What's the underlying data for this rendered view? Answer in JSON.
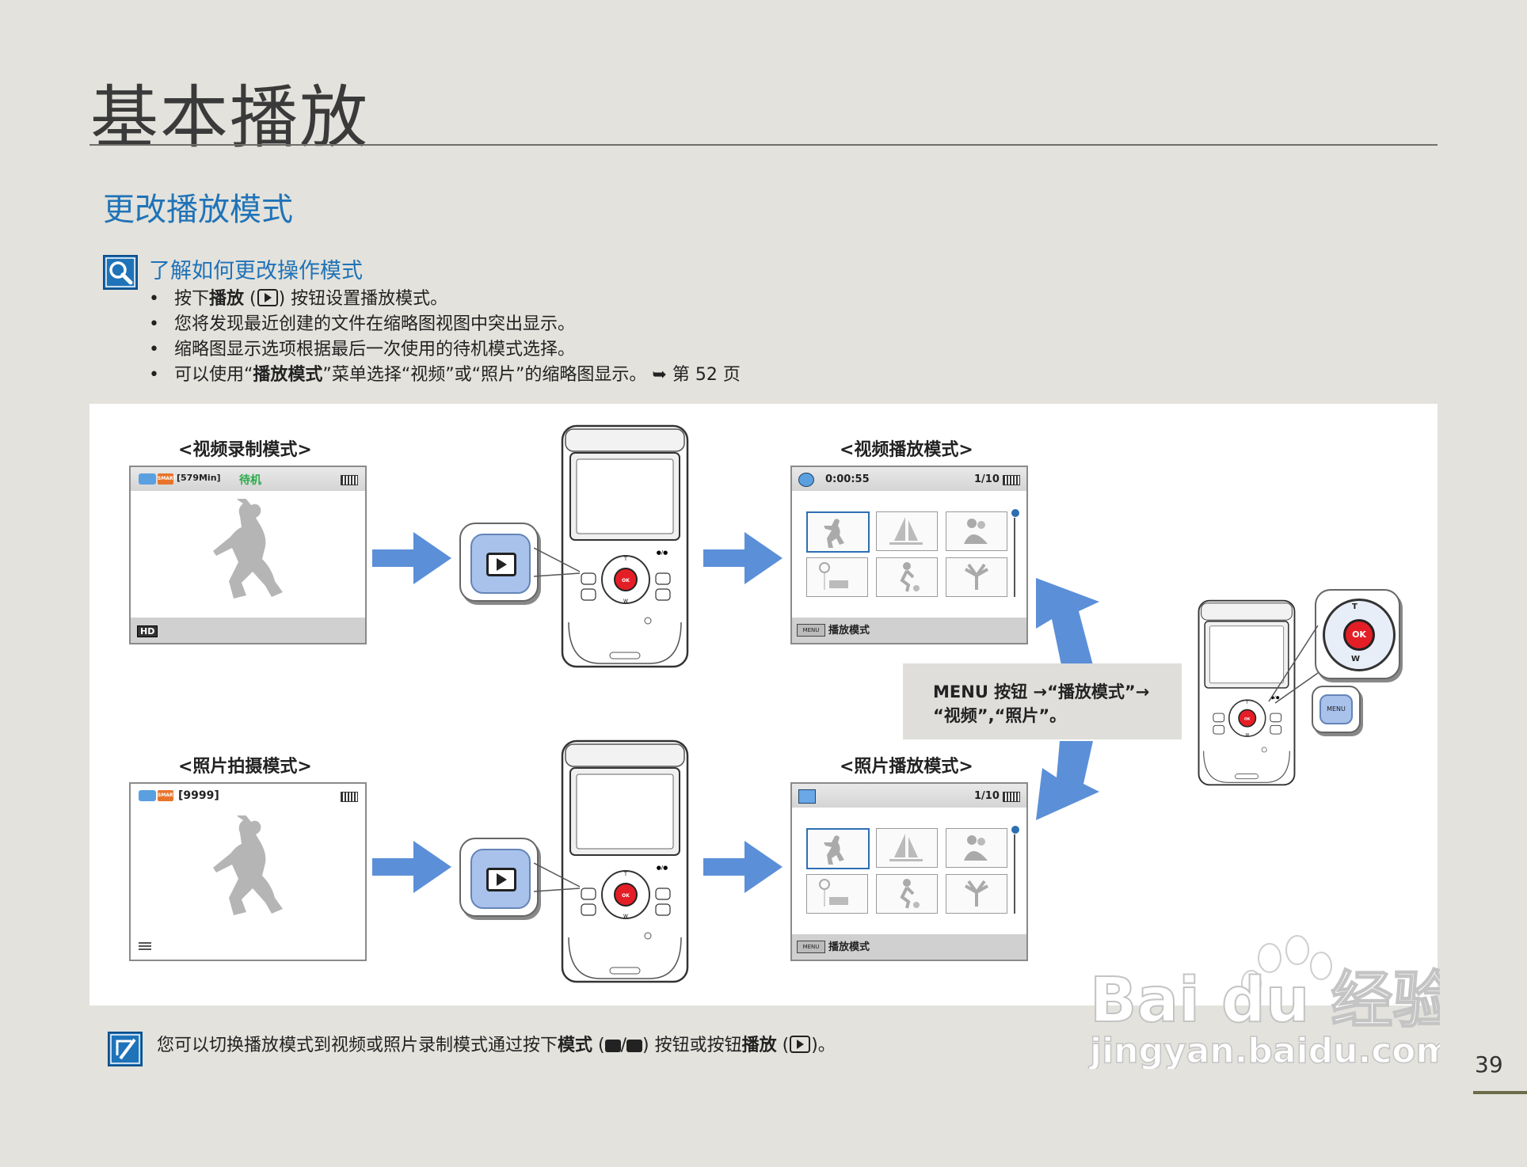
{
  "page": {
    "title": "基本播放",
    "section_heading": "更改播放模式",
    "page_number": "39"
  },
  "info": {
    "title": "了解如何更改操作模式",
    "bullets": [
      {
        "pre": "按下",
        "bold": "播放",
        "mid": " (",
        "post": ") 按钮设置播放模式。"
      },
      {
        "text": "您将发现最近创建的文件在缩略图视图中突出显示。"
      },
      {
        "text": "缩略图显示选项根据最后一次使用的待机模式选择。"
      },
      {
        "pre": "可以使用“",
        "bold": "播放模式",
        "post": "”菜单选择“视频”或“照片”的缩略图显示。",
        "ref": "➥ 第 52 页"
      }
    ]
  },
  "diagram": {
    "video_record_label": "<视频录制模式>",
    "photo_capture_label": "<照片拍摄模式>",
    "video_playback_label": "<视频播放模式>",
    "photo_playback_label": "<照片播放模式>",
    "video_record_screen": {
      "remaining": "[579Min]",
      "status": "待机",
      "smart": "SMART",
      "hd": "HD"
    },
    "photo_capture_screen": {
      "count": "[9999]",
      "smart": "SMART"
    },
    "video_playback_screen": {
      "time": "0:00:55",
      "counter": "1/10",
      "menu_chip": "MENU",
      "bottom": "播放模式"
    },
    "photo_playback_screen": {
      "counter": "1/10",
      "menu_chip": "MENU",
      "bottom": "播放模式"
    },
    "menu_box": {
      "line1": "MENU 按钮 →“播放模式”→",
      "line2": "“视频”,“照片”。"
    },
    "device": {
      "ok": "OK",
      "t": "T",
      "w": "W",
      "menu": "MENU"
    }
  },
  "note": {
    "pre": "您可以切换播放模式到视频或照片录制模式通过按下",
    "bold1": "模式",
    "mid": ") 按钮或按钮",
    "bold2": "播放",
    "post": ")。",
    "sep": "/"
  },
  "watermark": {
    "brand": "Bai du 经验",
    "url": "jingyan.baidu.com"
  },
  "colors": {
    "accent_blue": "#1f73b8",
    "ok_red": "#e41e26",
    "arrow_blue": "#5b8fd8",
    "status_green": "#2aa94a"
  }
}
